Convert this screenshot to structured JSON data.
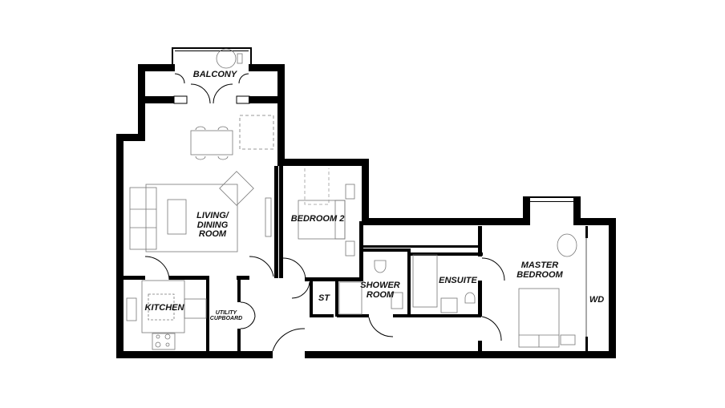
{
  "floorplan": {
    "colors": {
      "wall": "#000000",
      "background": "#ffffff",
      "furniture": "#777777",
      "furniture_light": "#aaaaaa"
    },
    "rooms": [
      {
        "id": "balcony",
        "label": "BALCONY"
      },
      {
        "id": "living",
        "label": "LIVING/\nDINING\nROOM"
      },
      {
        "id": "bedroom2",
        "label": "BEDROOM 2"
      },
      {
        "id": "kitchen",
        "label": "KITCHEN"
      },
      {
        "id": "utility",
        "label": "UTILITY\nCUPBOARD"
      },
      {
        "id": "st",
        "label": "ST"
      },
      {
        "id": "shower",
        "label": "SHOWER\nROOM"
      },
      {
        "id": "ensuite",
        "label": "ENSUITE"
      },
      {
        "id": "master",
        "label": "MASTER\nBEDROOM"
      },
      {
        "id": "wd",
        "label": "WD"
      }
    ]
  }
}
